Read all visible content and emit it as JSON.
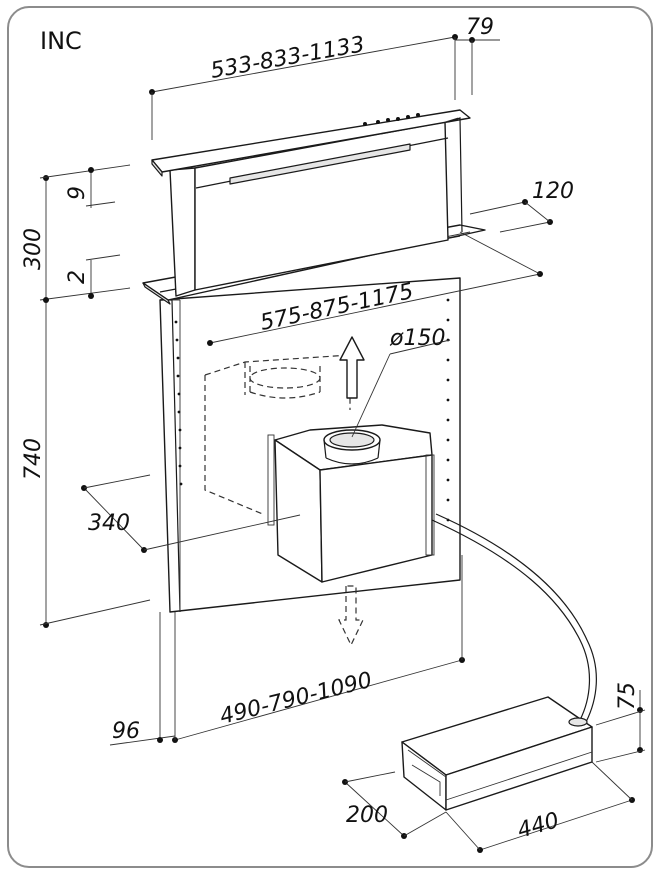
{
  "label": "INC",
  "dimensions": {
    "top_width": "533-833-1133",
    "top_depth": "79",
    "frame_width": "575-875-1175",
    "frame_depth": "120",
    "duct_diameter": "ø150",
    "height_above": "300",
    "lip_9": "9",
    "lip_2": "2",
    "height_below": "740",
    "motor_depth": "340",
    "base_width": "490-790-1090",
    "panel_thickness": "96",
    "box_height": "75",
    "box_depth": "200",
    "box_width": "440"
  }
}
